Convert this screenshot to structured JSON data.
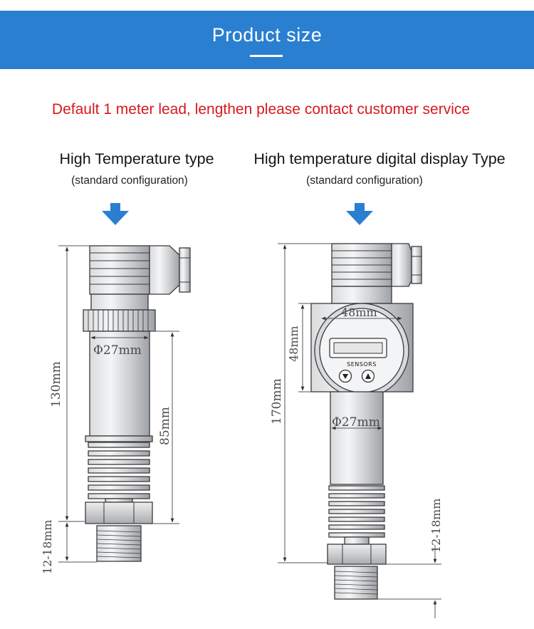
{
  "header": {
    "title": "Product size"
  },
  "notice": "Default 1 meter lead, lengthen please contact customer service",
  "products": [
    {
      "title": "High Temperature type",
      "subtitle": "(standard configuration)",
      "dims": {
        "total": "130mm",
        "body": "85mm",
        "diameter": "Φ27mm",
        "thread": "12-18mm"
      }
    },
    {
      "title": "High temperature digital display Type",
      "subtitle": "(standard configuration)",
      "dims": {
        "total": "170mm",
        "box_width": "48mm",
        "box_height": "48mm",
        "diameter": "Φ27mm",
        "thread": "12-18mm"
      },
      "display_brand": "SENSORS"
    }
  ],
  "colors": {
    "banner": "#2b7fd0",
    "notice": "#d7191b",
    "arrow": "#2b7fd0"
  },
  "icons": [
    "down-arrow-icon",
    "down-arrow-icon",
    "triangle-down-button-icon",
    "triangle-up-button-icon"
  ]
}
